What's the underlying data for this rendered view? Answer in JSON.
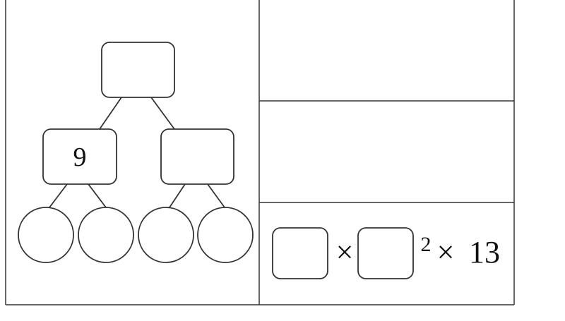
{
  "factor_tree": {
    "top_box": "",
    "left_box": "9",
    "right_box": "",
    "leaves": [
      "",
      "",
      "",
      ""
    ]
  },
  "expression": {
    "box1": "",
    "times1": "×",
    "box2": "",
    "exponent": "2",
    "times2": "×",
    "constant": "13"
  },
  "colors": {
    "stroke": "#333333",
    "background": "#ffffff"
  }
}
